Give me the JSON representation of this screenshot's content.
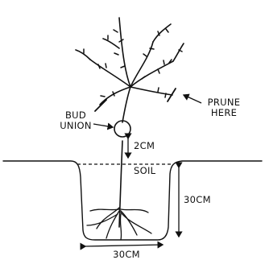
{
  "labels": {
    "prune_here_line1": "PRUNE",
    "prune_here_line2": "HERE",
    "bud_union_line1": "BUD",
    "bud_union_line2": "UNION",
    "bud_depth": "2CM",
    "soil": "SOIL",
    "hole_depth": "30CM",
    "hole_width": "30CM"
  },
  "colors": {
    "ink": "#111111",
    "background": "#ffffff"
  }
}
